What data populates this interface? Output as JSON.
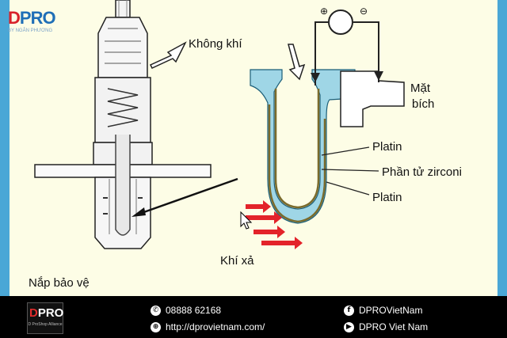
{
  "diagram": {
    "labels": {
      "air": "Không khí",
      "flange": [
        "Mặt",
        "bích"
      ],
      "platin_inner": "Platin",
      "zirconia": "Phần tử zirconi",
      "platin_outer": "Platin",
      "exhaust": "Khí xả",
      "cover": "Nắp bảo vệ"
    },
    "meter": {
      "plus": "⊕",
      "minus": "⊖"
    },
    "colors": {
      "sensor_fill": "#9fd6e6",
      "platinum": "#7a6b2c",
      "arrow_red": "#e3232a",
      "stage_bg": "#fdfde6"
    }
  },
  "brand": {
    "logo": "DPRO",
    "logo_sub": "BY NGÂN PHƯƠNG"
  },
  "footer": {
    "logo": "DPRO",
    "logo_sub": "D ProShop Alliance",
    "phone": "08888 62168",
    "website": "http://dprovietnam.com/",
    "facebook": "DPROVietNam",
    "youtube": "DPRO Viet Nam",
    "icons": {
      "phone": "phone-icon",
      "web": "globe-icon",
      "facebook": "facebook-icon",
      "youtube": "youtube-icon"
    }
  }
}
